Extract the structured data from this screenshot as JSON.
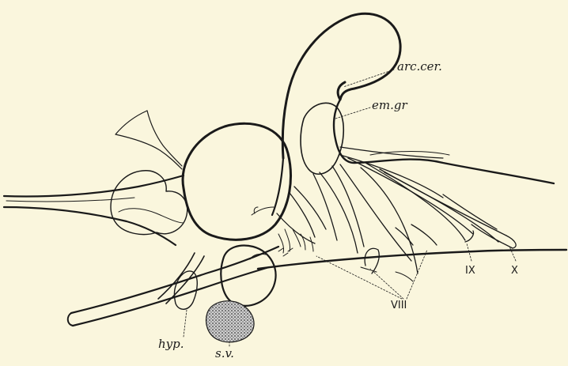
{
  "labels": {
    "arc_cer": "arc.cer.",
    "em_gr": "em.gr",
    "ix": "IX",
    "x": "X",
    "viii": "VIII",
    "hyp": "hyp.",
    "sv": "s.v."
  },
  "colors": {
    "paper": "#faf6dd",
    "ink": "#1a1a1a",
    "stipple": "#6d6d6d"
  }
}
